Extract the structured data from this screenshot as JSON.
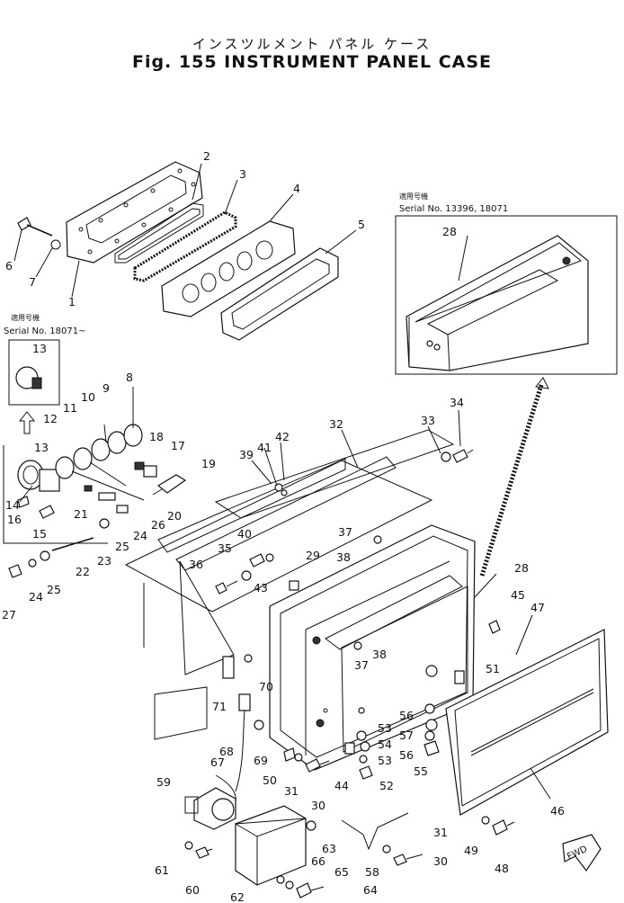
{
  "header": {
    "title_jp": "インスツルメント パネル ケース",
    "title_en": "Fig. 155 INSTRUMENT PANEL CASE"
  },
  "notes": {
    "left_jp": "適用号機",
    "left_serial": "Serial No. 18071~",
    "right_jp": "適用号機",
    "right_serial": "Serial No. 13396, 18071"
  },
  "fwd_label": "FWD",
  "callouts": [
    "1",
    "2",
    "3",
    "4",
    "5",
    "6",
    "7",
    "8",
    "9",
    "10",
    "11",
    "12",
    "13",
    "13",
    "14",
    "15",
    "16",
    "17",
    "18",
    "19",
    "20",
    "21",
    "22",
    "23",
    "24",
    "24",
    "25",
    "25",
    "26",
    "27",
    "28",
    "28",
    "29",
    "30",
    "30",
    "31",
    "31",
    "32",
    "33",
    "34",
    "35",
    "36",
    "37",
    "37",
    "38",
    "38",
    "39",
    "40",
    "41",
    "42",
    "43",
    "44",
    "45",
    "46",
    "47",
    "48",
    "49",
    "50",
    "51",
    "52",
    "53",
    "53",
    "54",
    "55",
    "56",
    "56",
    "57",
    "58",
    "59",
    "60",
    "61",
    "62",
    "63",
    "64",
    "65",
    "66",
    "67",
    "68",
    "69",
    "70",
    "71"
  ]
}
